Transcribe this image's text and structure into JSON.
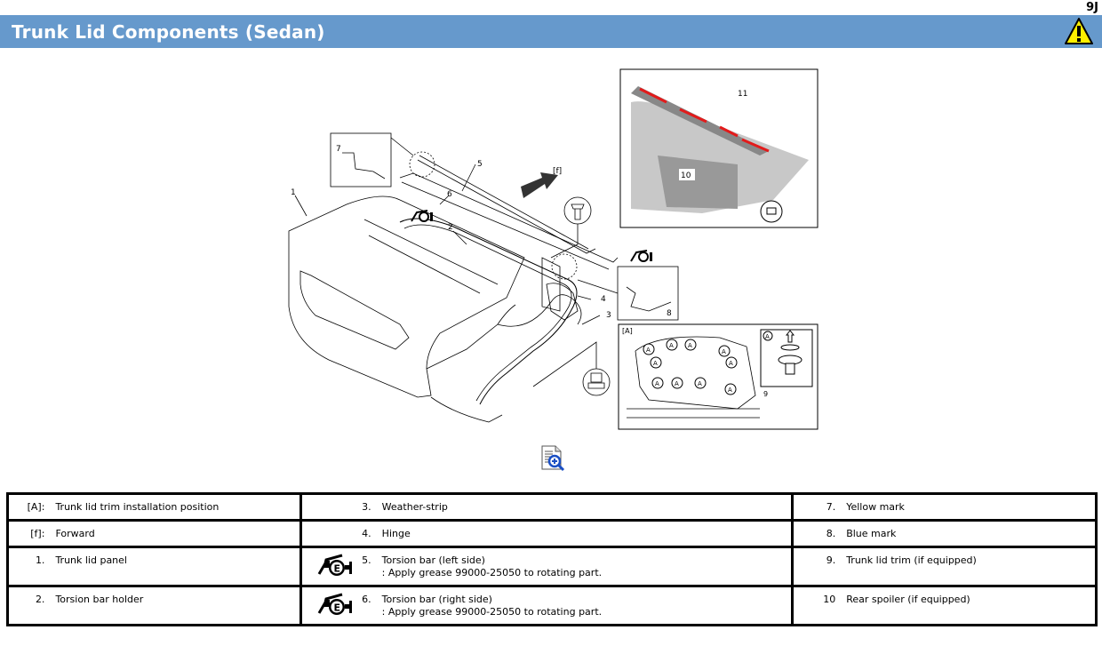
{
  "section_id": "9J",
  "header": {
    "title": "Trunk Lid Components (Sedan)",
    "warning_icon": "warning-triangle-icon",
    "bar_color": "#6699cc"
  },
  "figure": {
    "callouts": [
      "1",
      "2",
      "3",
      "4",
      "5",
      "6",
      "7",
      "8",
      "9",
      "10",
      "11"
    ],
    "forward_label": "[f]",
    "detail_a_label": "[A]",
    "clip_label": "A",
    "grease_symbol_letter": "E",
    "highlight_color": "#ee1c1c"
  },
  "zoom_icon": "zoom-document-icon",
  "legend": {
    "rows": [
      {
        "c1_num": "[A]:",
        "c1_text": "Trunk lid trim installation position",
        "c2_num": "3.",
        "c2_text": "Weather-strip",
        "c2_note": "",
        "c2_symbol": false,
        "c3_num": "7.",
        "c3_text": "Yellow mark"
      },
      {
        "c1_num": "[f]:",
        "c1_text": "Forward",
        "c2_num": "4.",
        "c2_text": "Hinge",
        "c2_note": "",
        "c2_symbol": false,
        "c3_num": "8.",
        "c3_text": "Blue mark"
      },
      {
        "c1_num": "1.",
        "c1_text": "Trunk lid panel",
        "c2_num": "5.",
        "c2_text": "Torsion bar (left side)",
        "c2_note": ": Apply grease 99000-25050 to rotating part.",
        "c2_symbol": true,
        "c3_num": "9.",
        "c3_text": "Trunk lid trim (if equipped)"
      },
      {
        "c1_num": "2.",
        "c1_text": "Torsion bar holder",
        "c2_num": "6.",
        "c2_text": "Torsion bar (right side)",
        "c2_note": ": Apply grease 99000-25050 to rotating part.",
        "c2_symbol": true,
        "c3_num": "10",
        "c3_text": "Rear spoiler (if equipped)"
      }
    ]
  }
}
